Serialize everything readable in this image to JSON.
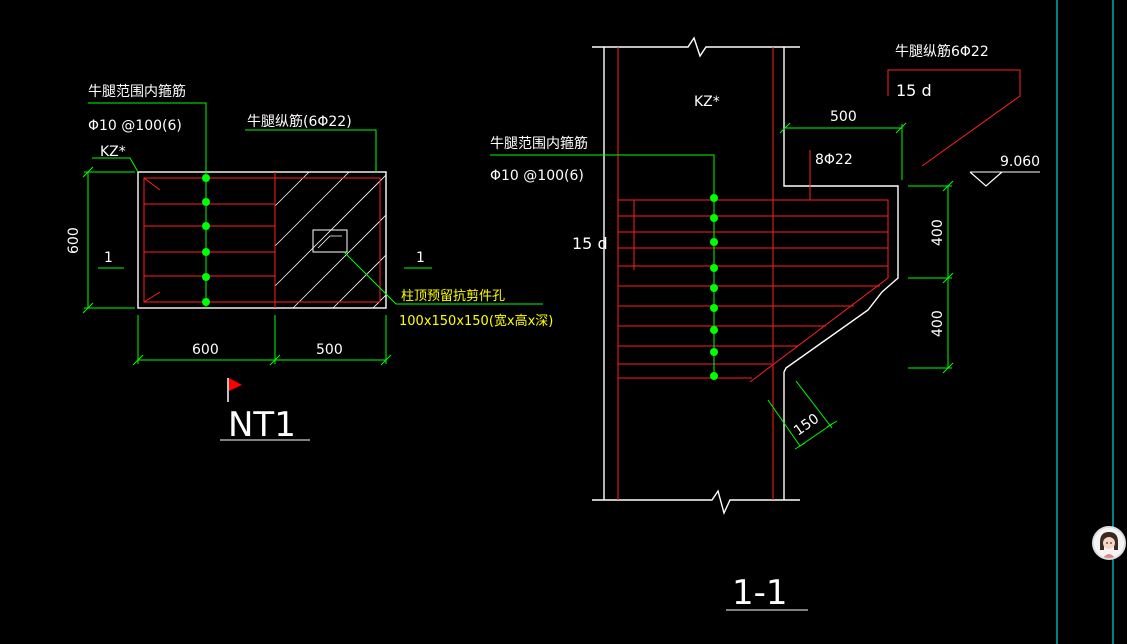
{
  "colors": {
    "background": "#000000",
    "outline": "#ffffff",
    "dimension": "#00ff00",
    "rebar": "#ff2020",
    "note": "#ffff00",
    "frame_line": "#00ffff"
  },
  "plan": {
    "stirrup_note_1": "牛腿范围内箍筋",
    "stirrup_note_2": "Φ10 @100(6)",
    "column_label": "KZ*",
    "long_bar_note": "牛腿纵筋(6Φ22)",
    "section_mark_left": "1",
    "section_mark_right": "1",
    "dim_height": "600",
    "dim_width_1": "600",
    "dim_width_2": "500",
    "hole_note_1": "柱顶预留抗剪件孔",
    "hole_note_2": "100x150x150(宽x高x深)",
    "title": "NT1"
  },
  "section": {
    "stirrup_note_1": "牛腿范围内箍筋",
    "stirrup_note_2": "Φ10 @100(6)",
    "column_label": "KZ*",
    "anchor_left": "15 d",
    "long_bar_note": "牛腿纵筋6Φ22",
    "anchor_top": "15 d",
    "dim_top": "500",
    "bar_count": "8Φ22",
    "elevation": "9.060",
    "dim_v1": "400",
    "dim_v2": "400",
    "dim_diag": "150",
    "title": "1-1"
  },
  "icons": {
    "flag": "red-flag-icon",
    "avatar": "user-avatar-icon"
  }
}
